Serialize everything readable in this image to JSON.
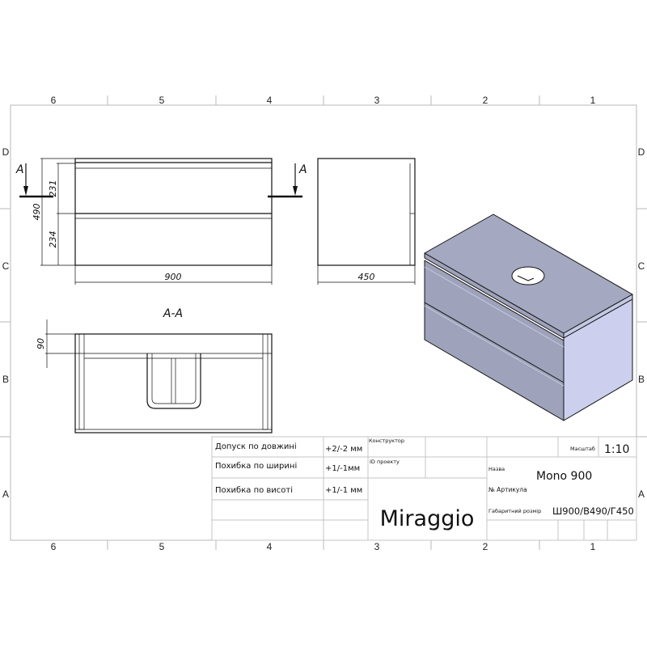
{
  "border": {
    "columns": [
      "6",
      "5",
      "4",
      "3",
      "2",
      "1"
    ],
    "rows": [
      "D",
      "C",
      "B",
      "A"
    ]
  },
  "views": {
    "section_marker": "A",
    "section_title": "A-A",
    "dims": {
      "total_height": "490",
      "upper_drawer": "231",
      "lower_drawer": "234",
      "width": "900",
      "depth": "450",
      "section_depth": "90"
    }
  },
  "title_block": {
    "tolerances": [
      {
        "label": "Допуск по довжині",
        "value": "+2/-2 мм"
      },
      {
        "label": "Похибка по ширині",
        "value": "+1/-1мм"
      },
      {
        "label": "Похибка по висоті",
        "value": "+1/-1 мм"
      }
    ],
    "designer_label": "Конструктор",
    "project_id_label": "ID проекту",
    "brand": "Miraggio",
    "scale_label": "Масштаб",
    "scale_value": "1:10",
    "name_label": "Назва",
    "name_value": "Mono 900",
    "article_label": "№  Артикула",
    "size_label": "Габаритний розмір",
    "size_value": "Ш900/В490/Г450"
  },
  "colors": {
    "iso_top": "#a4a8c0",
    "iso_front": "#9ea2ba",
    "iso_side": "#ccd0ee"
  }
}
